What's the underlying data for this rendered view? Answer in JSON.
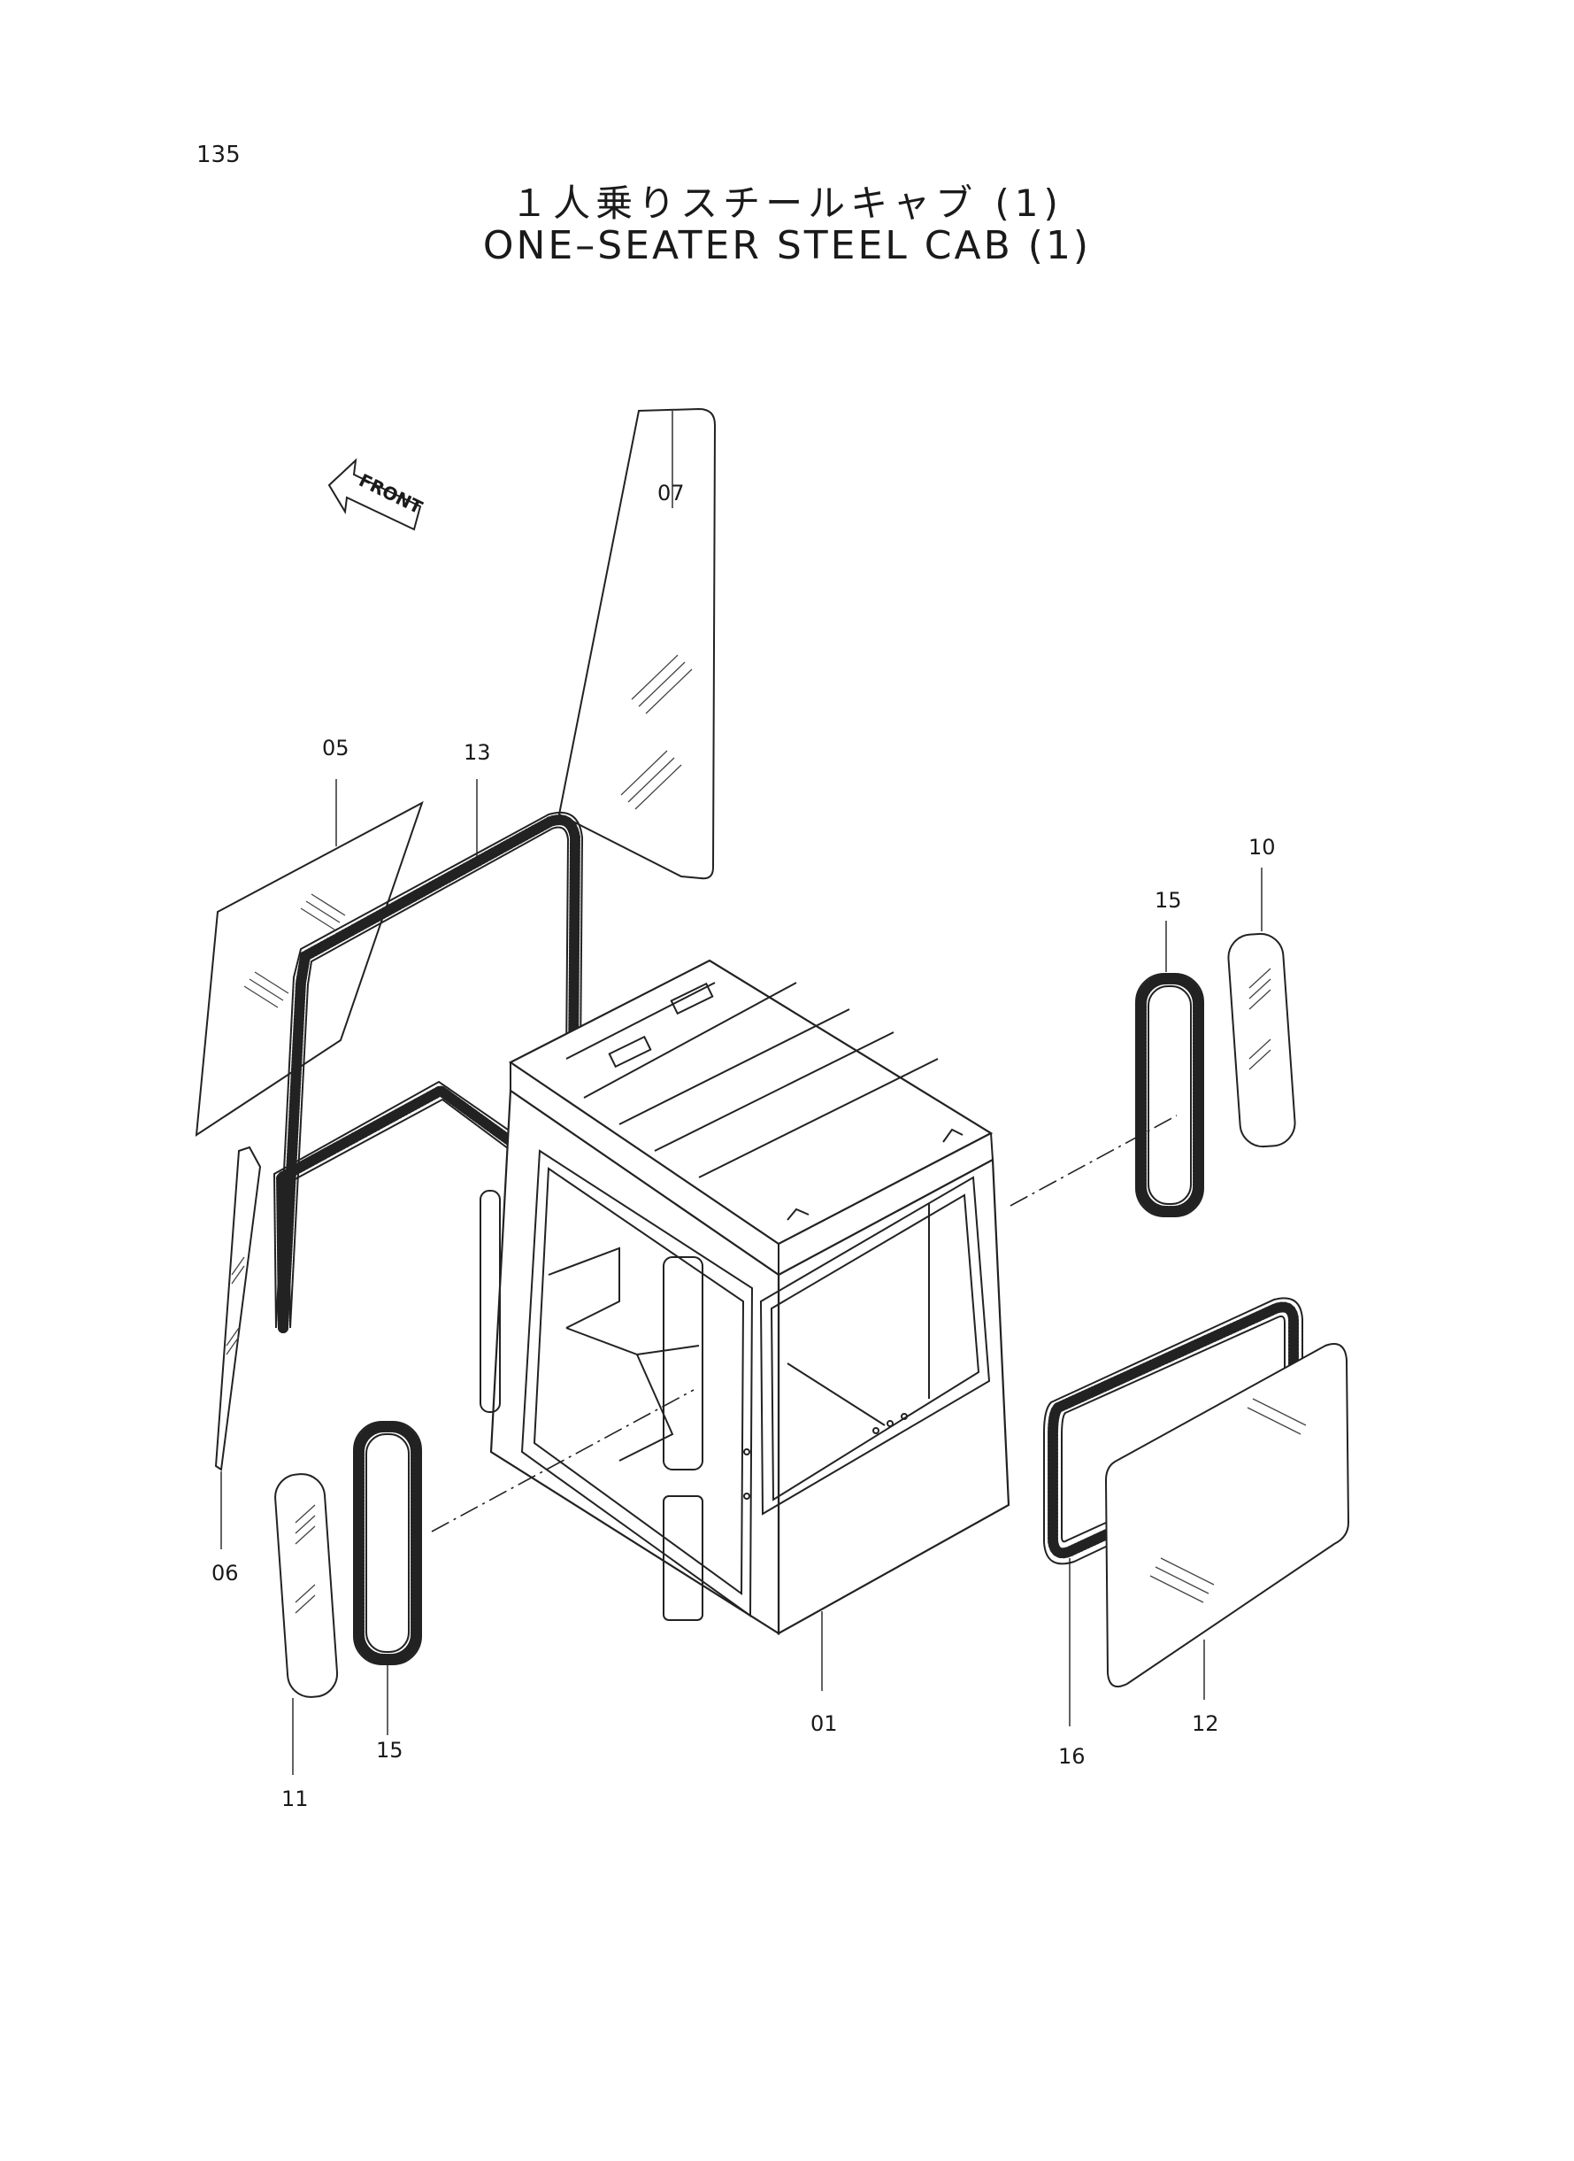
{
  "page_number": "135",
  "title_jp": "１人乗りスチールキャブ (1)",
  "title_en": "ONE–SEATER STEEL CAB (1)",
  "front_label": "FRONT",
  "callouts": {
    "c01": "01",
    "c05": "05",
    "c06": "06",
    "c07": "07",
    "c10": "10",
    "c11": "11",
    "c12": "12",
    "c13": "13",
    "c15a": "15",
    "c15b": "15",
    "c16": "16"
  }
}
